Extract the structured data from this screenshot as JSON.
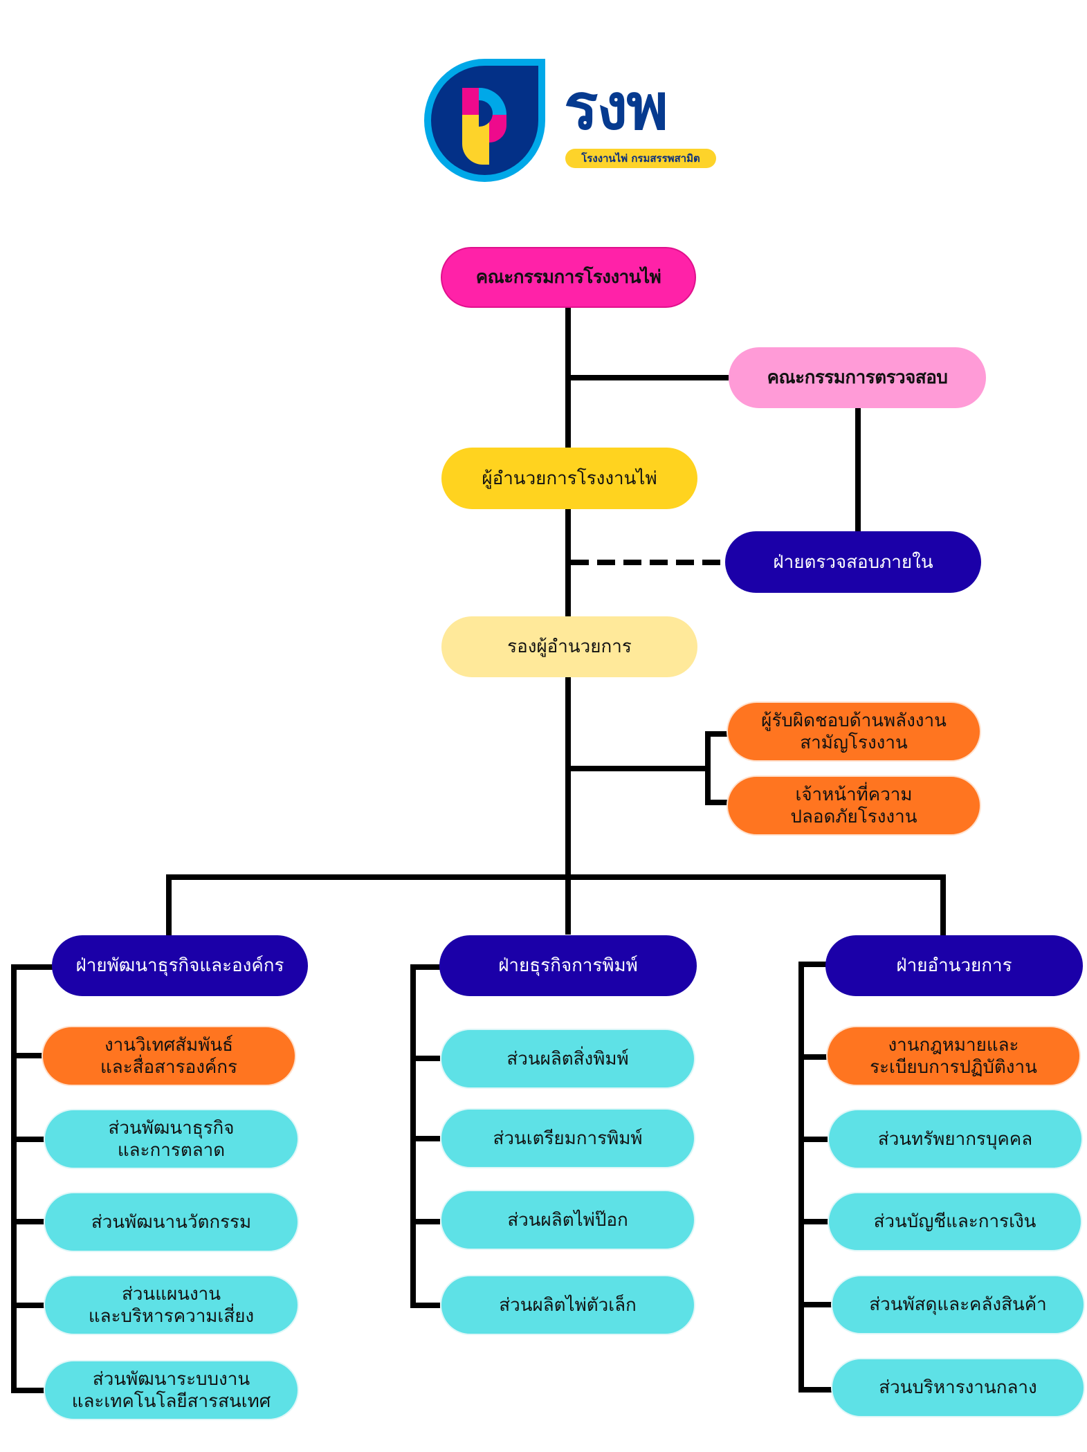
{
  "logo": {
    "wordmark": "รงพ",
    "tagline": "โรงงานไพ่ กรมสรรพสามิต",
    "colors": {
      "navy": "#033087",
      "sky": "#00a8e8",
      "magenta": "#ee0a8c",
      "yellow": "#fdd32a"
    }
  },
  "org_chart": {
    "board": "คณะกรรมการโรงงานไพ่",
    "audit_committee": "คณะกรรมการตรวจสอบ",
    "director": "ผู้อำนวยการโรงงานไพ่",
    "internal_audit": "ฝ่ายตรวจสอบภายใน",
    "deputy_director": "รองผู้อำนวยการ",
    "staff_units": [
      "ผู้รับผิดชอบด้านพลังงาน\nสามัญโรงงาน",
      "เจ้าหน้าที่ความ\nปลอดภัยโรงงาน"
    ],
    "divisions": [
      {
        "name": "ฝ่ายพัฒนาธุรกิจและองค์กร",
        "units": [
          "งานวิเทศสัมพันธ์\nและสื่อสารองค์กร",
          "ส่วนพัฒนาธุรกิจ\nและการตลาด",
          "ส่วนพัฒนานวัตกรรม",
          "ส่วนแผนงาน\nและบริหารความเสี่ยง",
          "ส่วนพัฒนาระบบงาน\nและเทคโนโลยีสารสนเทศ"
        ]
      },
      {
        "name": "ฝ่ายธุรกิจการพิมพ์",
        "units": [
          "ส่วนผลิตสิ่งพิมพ์",
          "ส่วนเตรียมการพิมพ์",
          "ส่วนผลิตไพ่ป๊อก",
          "ส่วนผลิตไพ่ตัวเล็ก"
        ]
      },
      {
        "name": "ฝ่ายอำนวยการ",
        "units": [
          "งานกฎหมายและ\nระเบียบการปฏิบัติงาน",
          "ส่วนทรัพยากรบุคคล",
          "ส่วนบัญชีและการเงิน",
          "ส่วนพัสดุและคลังสินค้า",
          "ส่วนบริหารงานกลาง"
        ]
      }
    ],
    "colors": {
      "board": "#ff22a8",
      "audit_committee": "#ff9bd7",
      "director": "#ffd31f",
      "deputy": "#ffe99a",
      "division": "#1b00a8",
      "work_unit": "#ff7520",
      "section": "#5ee1e6",
      "connector": "#000000"
    }
  }
}
